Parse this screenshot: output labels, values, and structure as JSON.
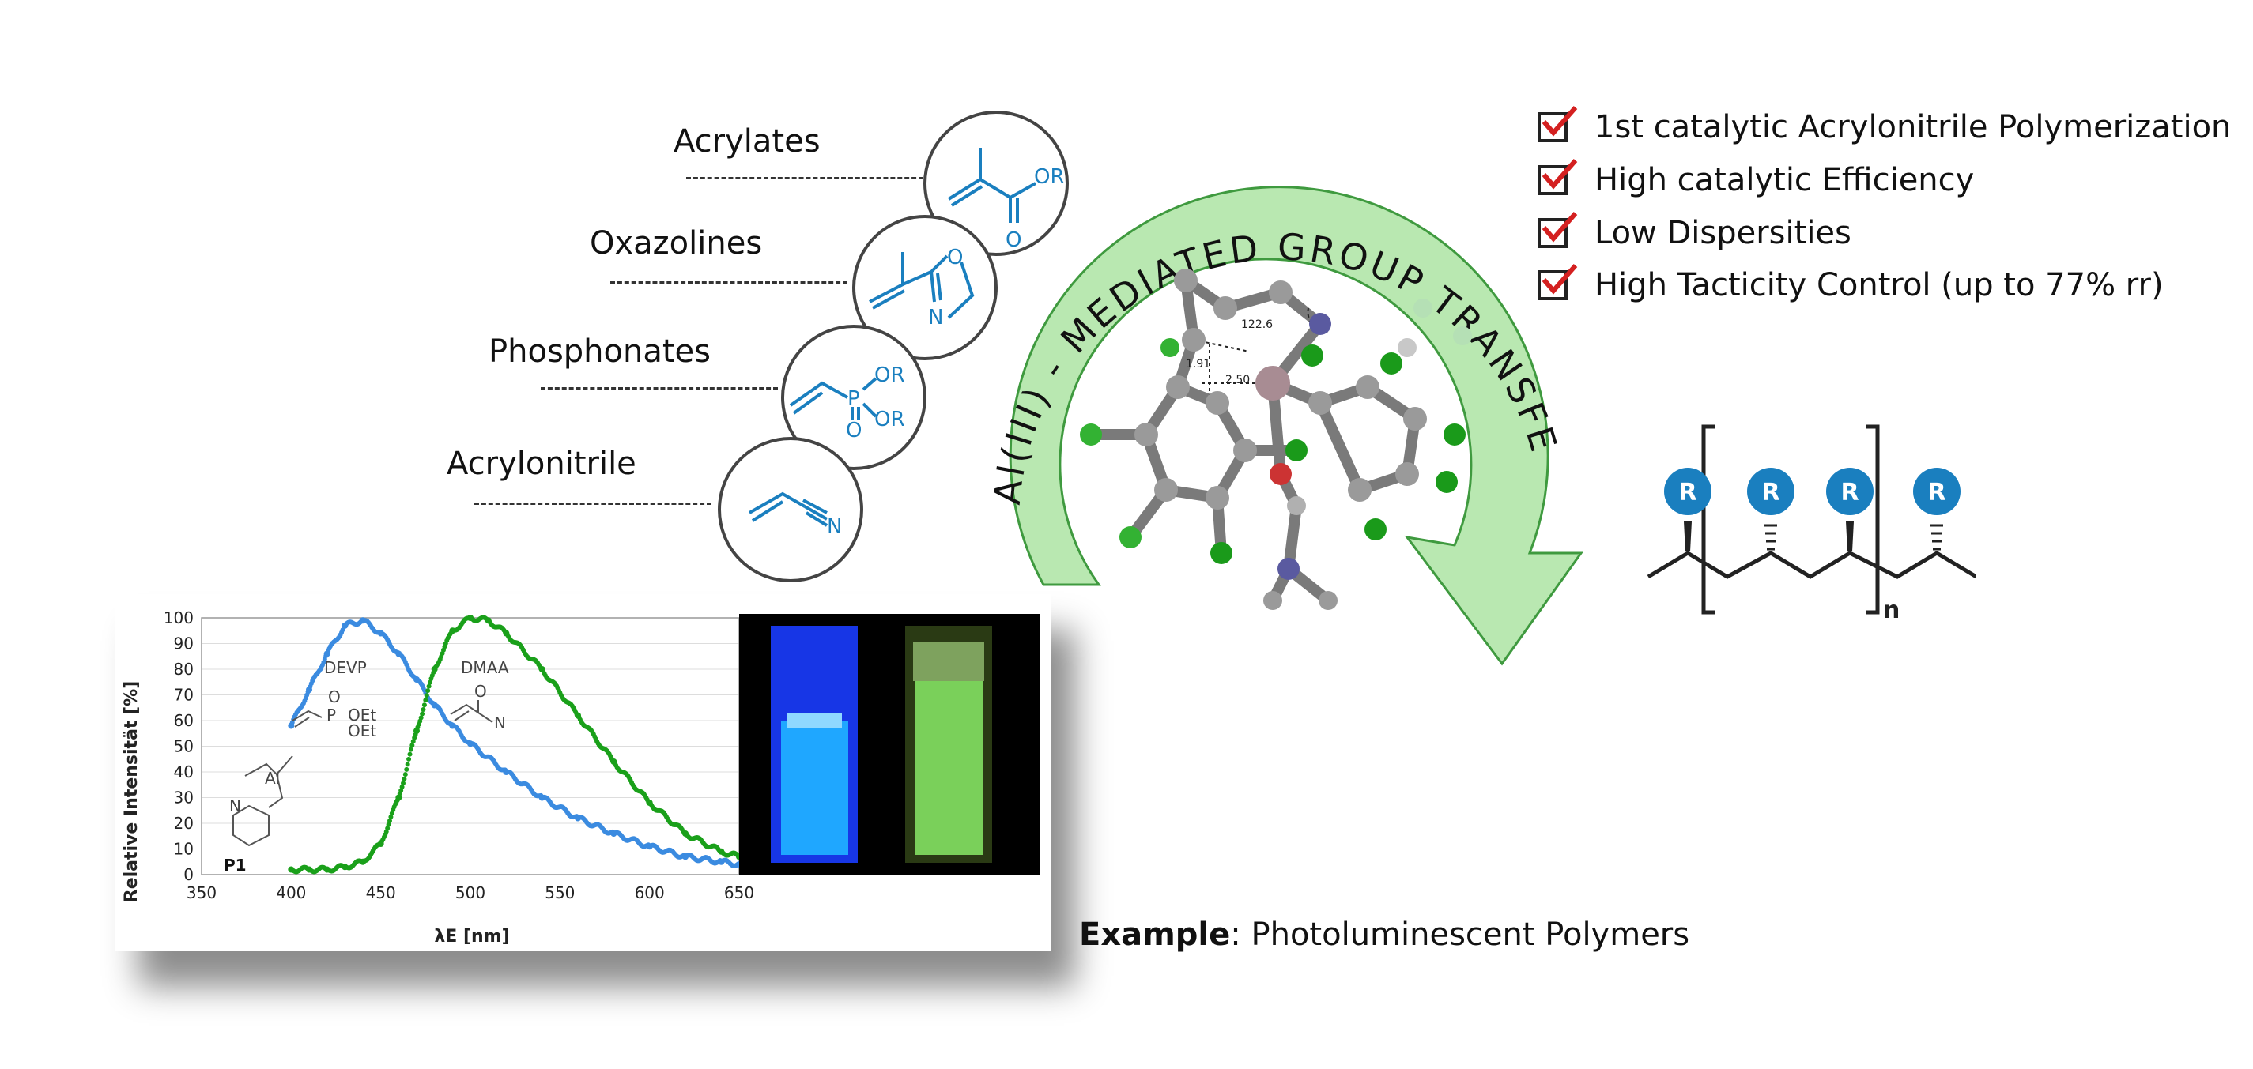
{
  "monomers": [
    {
      "label": "Acrylates",
      "structure_text": "OR",
      "extra": "O"
    },
    {
      "label": "Oxazolines",
      "structure_text": "O",
      "extra": "N"
    },
    {
      "label": "Phosphonates",
      "structure_text": "OR",
      "extra": "OR",
      "atom": "P",
      "oxo": "O"
    },
    {
      "label": "Acrylonitrile",
      "structure_text": "N"
    }
  ],
  "arrow_text": "Al(III) - MEDIATED GROUP TRANSFER POLYMERIZATION",
  "molecule_labels": {
    "angle": "122.6",
    "d1": "1.91",
    "d2": "2.50"
  },
  "checklist": [
    "1st catalytic Acrylonitrile Polymerization",
    "High catalytic Efficiency",
    "Low Dispersities",
    "High Tacticity Control (up to 77% rr)"
  ],
  "polymer": {
    "group": "R",
    "subscript": "n"
  },
  "colors": {
    "arrow": "#9ad89a",
    "arrow_dark": "#3f9a3f",
    "blue_series": "#3b8be0",
    "green_series": "#1aa01a",
    "monomer_blue": "#1a7fbf",
    "check_red": "#d42020"
  },
  "chart_data": {
    "type": "scatter",
    "ylabel": "Relative Intensität [%]",
    "xlabel": "λE  [nm]",
    "xlim": [
      350,
      650
    ],
    "ylim": [
      0,
      100
    ],
    "x_ticks": [
      "350",
      "400",
      "450",
      "500",
      "550",
      "600",
      "650"
    ],
    "y_ticks": [
      "0",
      "10",
      "20",
      "30",
      "40",
      "50",
      "60",
      "70",
      "80",
      "90",
      "100"
    ],
    "series": [
      {
        "name": "DEVP",
        "x": [
          400,
          410,
          420,
          430,
          440,
          450,
          460,
          470,
          480,
          490,
          500,
          520,
          540,
          560,
          580,
          600,
          620,
          640,
          650
        ],
        "values": [
          58,
          72,
          86,
          97,
          99,
          94,
          86,
          76,
          66,
          58,
          51,
          40,
          30,
          22,
          16,
          11,
          7,
          5,
          4
        ]
      },
      {
        "name": "DMAA",
        "x": [
          400,
          410,
          420,
          430,
          440,
          450,
          460,
          470,
          480,
          490,
          500,
          510,
          520,
          540,
          560,
          580,
          600,
          620,
          640,
          650
        ],
        "values": [
          2,
          2,
          2,
          3,
          5,
          12,
          30,
          56,
          80,
          95,
          100,
          99,
          94,
          80,
          62,
          44,
          28,
          16,
          9,
          7
        ]
      }
    ],
    "annotations": {
      "DEVP_struct": [
        "O",
        "P",
        "OEt",
        "OEt"
      ],
      "DMAA_struct": [
        "O",
        "N"
      ],
      "P1_struct": [
        "Al",
        "N"
      ],
      "P1": "P1"
    }
  },
  "example": {
    "bold": "Example",
    "rest": ": Photoluminescent Polymers"
  }
}
